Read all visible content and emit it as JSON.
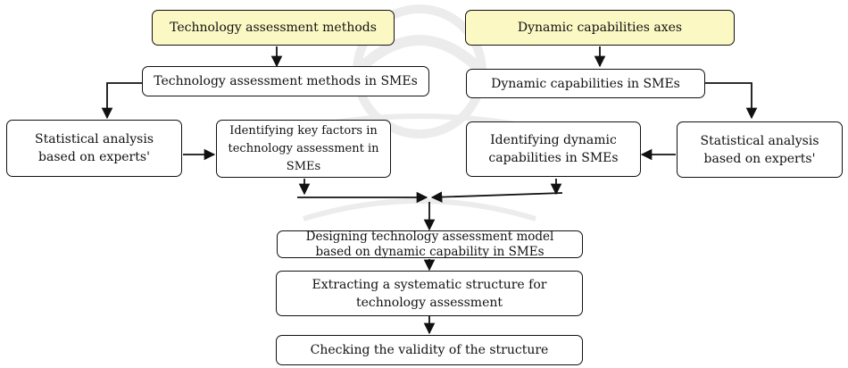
{
  "boxes": {
    "tam": "Technology assessment methods",
    "dca": "Dynamic capabilities axes",
    "tam_smes": "Technology assessment methods in SMEs",
    "dc_smes": "Dynamic capabilities in SMEs",
    "stat_left": "Statistical analysis\nbased on experts'",
    "key_factors": "Identifying key factors in\ntechnology assessment in SMEs",
    "identify_dc": "Identifying dynamic\ncapabilities in SMEs",
    "stat_right": "Statistical analysis\nbased on experts'",
    "design_model": "Designing technology assessment model\nbased on dynamic capability in SMEs",
    "extract_structure": "Extracting a systematic structure for\ntechnology assessment",
    "check_validity": "Checking the validity of the structure"
  },
  "colors": {
    "header_fill": "#fbf8c4",
    "border": "#111111"
  }
}
